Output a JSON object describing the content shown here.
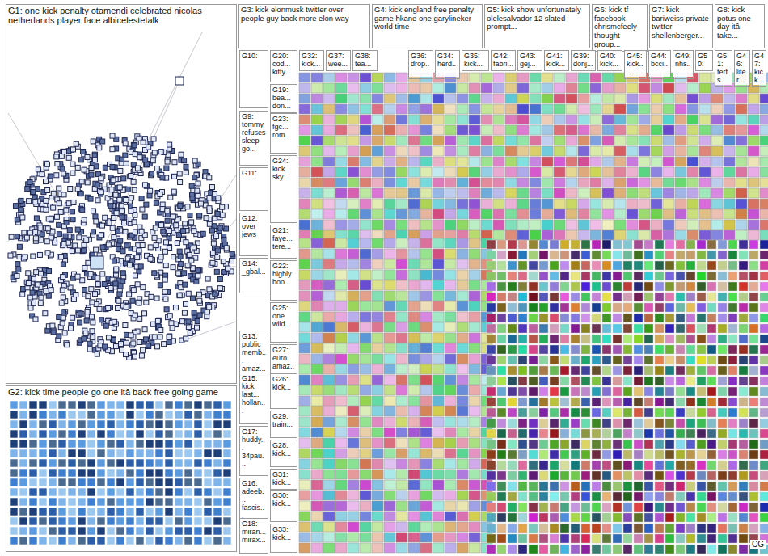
{
  "diagram": {
    "nodes": [
      {
        "text": [
          "G1: one kick penalty otamendi celebrated nicolas netherlands player face albicelestetalk"
        ]
      },
      {
        "text": [
          "G2: kick time people go one itâ back free going game"
        ]
      },
      {
        "text": [
          "G3: kick elonmusk twitter over people guy back more elon way"
        ]
      },
      {
        "text": [
          "G4: kick england free penalty game hkane one garylineker world time"
        ]
      },
      {
        "text": [
          "G5: kick show unfortunately olelesalvador 12 slated prompt..."
        ]
      },
      {
        "text": [
          "G6: kick tf facebook chrismcfeely thought group..."
        ]
      },
      {
        "text": [
          "G7: kick bariweiss private twitter shellenberger..."
        ]
      },
      {
        "text": [
          "G8: kick potus one day itâ take..."
        ]
      },
      {
        "text": [
          "G10:"
        ]
      },
      {
        "text": [
          "G9: tommy refuses sleep go..."
        ]
      },
      {
        "text": [
          "G11:"
        ]
      },
      {
        "text": [
          "G12: over jews"
        ]
      },
      {
        "text": [
          "G14: _gbal..."
        ]
      },
      {
        "text": [
          "G13: public memb... amaz..."
        ]
      },
      {
        "text": [
          "G15: kick last... hollan..."
        ]
      },
      {
        "text": [
          "G17: huddy... 34pau..."
        ]
      },
      {
        "text": [
          "G16: adeeb... fascis..."
        ]
      },
      {
        "text": [
          "G18: miran... mirax..."
        ]
      },
      {
        "text": [
          "G20: cod... kitty..."
        ]
      },
      {
        "text": [
          "G19: bea... don..."
        ]
      },
      {
        "text": [
          "G23: fgc... rom..."
        ]
      },
      {
        "text": [
          "G24: kick... sky..."
        ]
      },
      {
        "text": [
          "G21: faye... tere..."
        ]
      },
      {
        "text": [
          "G22: highly boo..."
        ]
      },
      {
        "text": [
          "G25: one wild..."
        ]
      },
      {
        "text": [
          "G27: euro amaz..."
        ]
      },
      {
        "text": [
          "G26: kick..."
        ]
      },
      {
        "text": [
          "G29: train..."
        ]
      },
      {
        "text": [
          "G28: kick..."
        ]
      },
      {
        "text": [
          "G31: kick..."
        ]
      },
      {
        "text": [
          "G30: kick..."
        ]
      },
      {
        "text": [
          "G33: kick..."
        ]
      },
      {
        "text": [
          "G32: kick..."
        ]
      },
      {
        "text": [
          "G37: wee..."
        ]
      },
      {
        "text": [
          "G38: tea..."
        ]
      },
      {
        "text": [
          "G36: drop..."
        ]
      },
      {
        "text": [
          "G34: herd..."
        ]
      },
      {
        "text": [
          "G35: kick..."
        ]
      },
      {
        "text": [
          "G42: fabri..."
        ]
      },
      {
        "text": [
          "G43: gej..."
        ]
      },
      {
        "text": [
          "G41: kick..."
        ]
      },
      {
        "text": [
          "G39: donj..."
        ]
      },
      {
        "text": [
          "G40: kick..."
        ]
      },
      {
        "text": [
          "G45: kick..."
        ]
      },
      {
        "text": [
          "G44: bcci..."
        ]
      },
      {
        "text": [
          "G49: nhs..."
        ]
      },
      {
        "text": [
          "G50:"
        ]
      },
      {
        "text": [
          "G51: terfs"
        ]
      },
      {
        "text": [
          "G46: liter..."
        ]
      },
      {
        "text": [
          "G47: kick..."
        ]
      }
    ],
    "labels": [
      "CG"
    ]
  }
}
